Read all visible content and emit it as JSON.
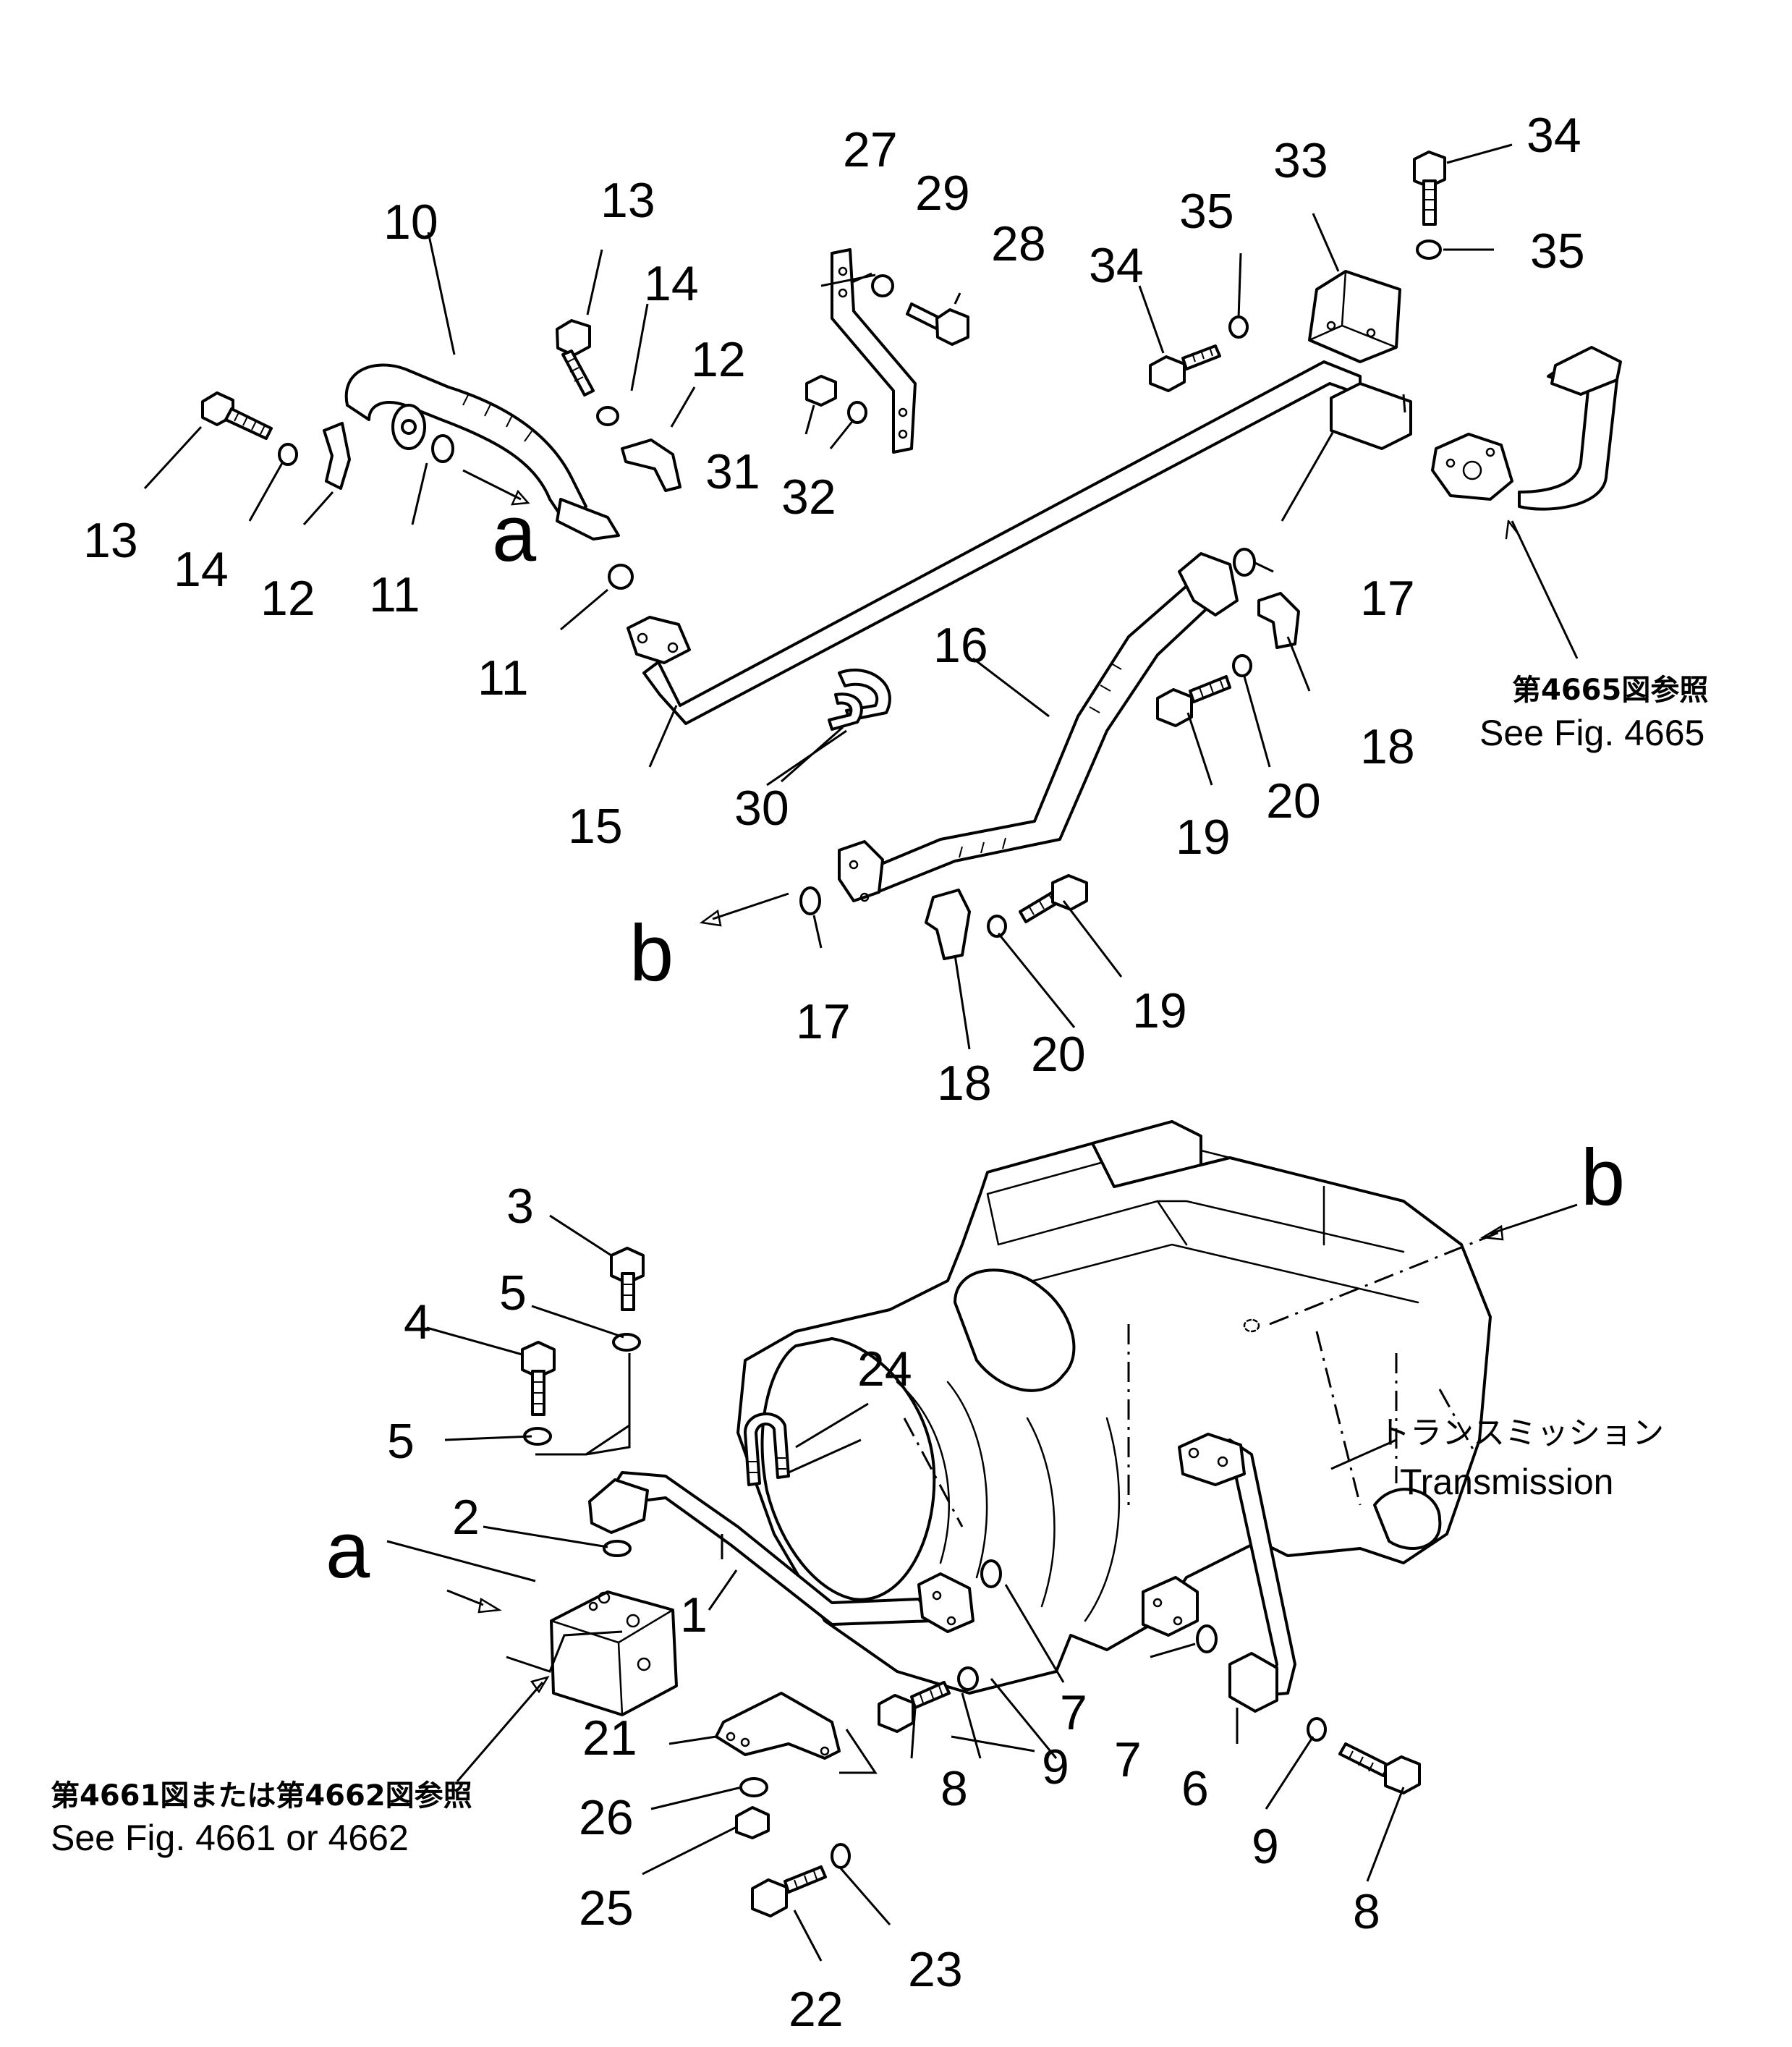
{
  "callouts": {
    "n10": "10",
    "n13a": "13",
    "n14a": "14",
    "n12a": "12",
    "n13b": "13",
    "n14b": "14",
    "n12b": "12",
    "n11a": "11",
    "n11b": "11",
    "n27": "27",
    "n29": "29",
    "n28": "28",
    "n31": "31",
    "n32": "32",
    "n33": "33",
    "n34a": "34",
    "n35a": "35",
    "n34b": "34",
    "n35b": "35",
    "n17a": "17",
    "n16": "16",
    "n18a": "18",
    "n19a": "19",
    "n20a": "20",
    "n15": "15",
    "n30": "30",
    "n17b": "17",
    "n18b": "18",
    "n20b": "20",
    "n19b": "19",
    "n3": "3",
    "n5a": "5",
    "n4": "4",
    "n5b": "5",
    "n2": "2",
    "n1": "1",
    "n24": "24",
    "n7a": "7",
    "n7b": "7",
    "n21": "21",
    "n9a": "9",
    "n9b": "9",
    "n8a": "8",
    "n6": "6",
    "n8b": "8",
    "n26": "26",
    "n25": "25",
    "n22": "22",
    "n23": "23"
  },
  "connections": {
    "a_top": "a",
    "b_top": "b",
    "a_bottom": "a",
    "b_bottom": "b"
  },
  "references": {
    "fig4665_jp": "第4665図参照",
    "fig4665_en": "See Fig. 4665",
    "fig4661_jp": "第4661図または第4662図参照",
    "fig4661_en": "See Fig. 4661 or 4662"
  },
  "transmission": {
    "jp": "トランスミッション",
    "en": "Transmission"
  }
}
